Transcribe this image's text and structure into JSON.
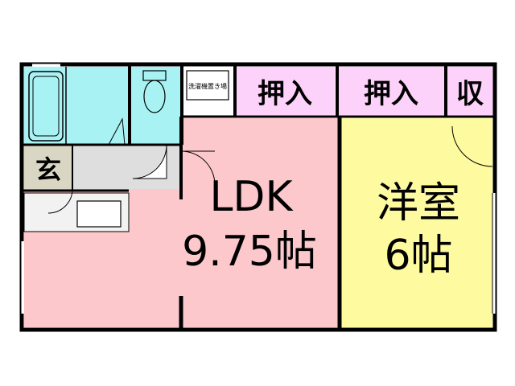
{
  "rooms": {
    "ldk": {
      "name": "LDK",
      "size": "9.75帖"
    },
    "western": {
      "name": "洋室",
      "size": "6帖"
    },
    "genkan": "玄",
    "laundry": "洗濯機置き場",
    "closet1": "押入",
    "closet2": "押入",
    "storage": "収"
  },
  "colors": {
    "ldk": "#fcc8cc",
    "western": "#fdfaa0",
    "closet": "#fcd2fa",
    "wet": "#a8f2f4",
    "genkan": "#d9d6c4",
    "hall": "#dedede",
    "wall": "#000000"
  }
}
